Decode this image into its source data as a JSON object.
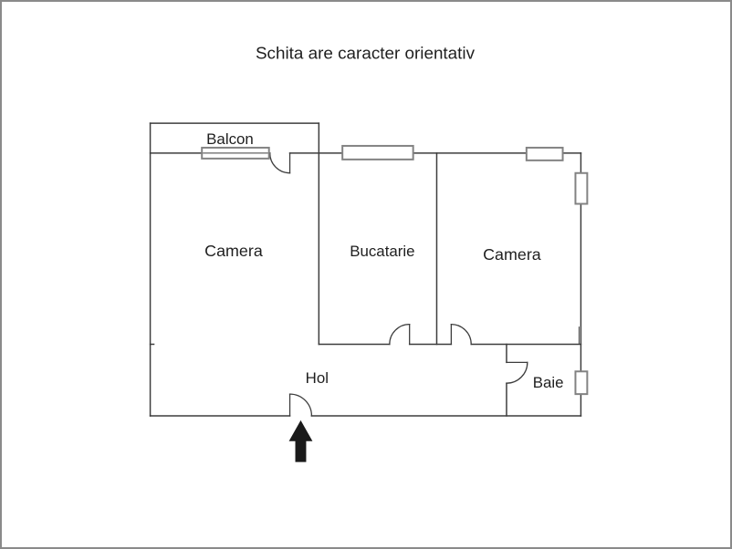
{
  "page": {
    "title": "Schita are caracter orientativ",
    "background": "#ffffff",
    "frame_border_color": "#8a8a8a"
  },
  "floorplan": {
    "colors": {
      "wall": "#3d3d3d",
      "window": "#828282",
      "text": "#1f1f1f",
      "arrow": "#1a1a1a"
    },
    "rooms": [
      {
        "id": "balcon",
        "label": "Balcon"
      },
      {
        "id": "camera_left",
        "label": "Camera"
      },
      {
        "id": "bucatarie",
        "label": "Bucatarie"
      },
      {
        "id": "camera_right",
        "label": "Camera"
      },
      {
        "id": "hol",
        "label": "Hol"
      },
      {
        "id": "baie",
        "label": "Baie"
      }
    ]
  }
}
